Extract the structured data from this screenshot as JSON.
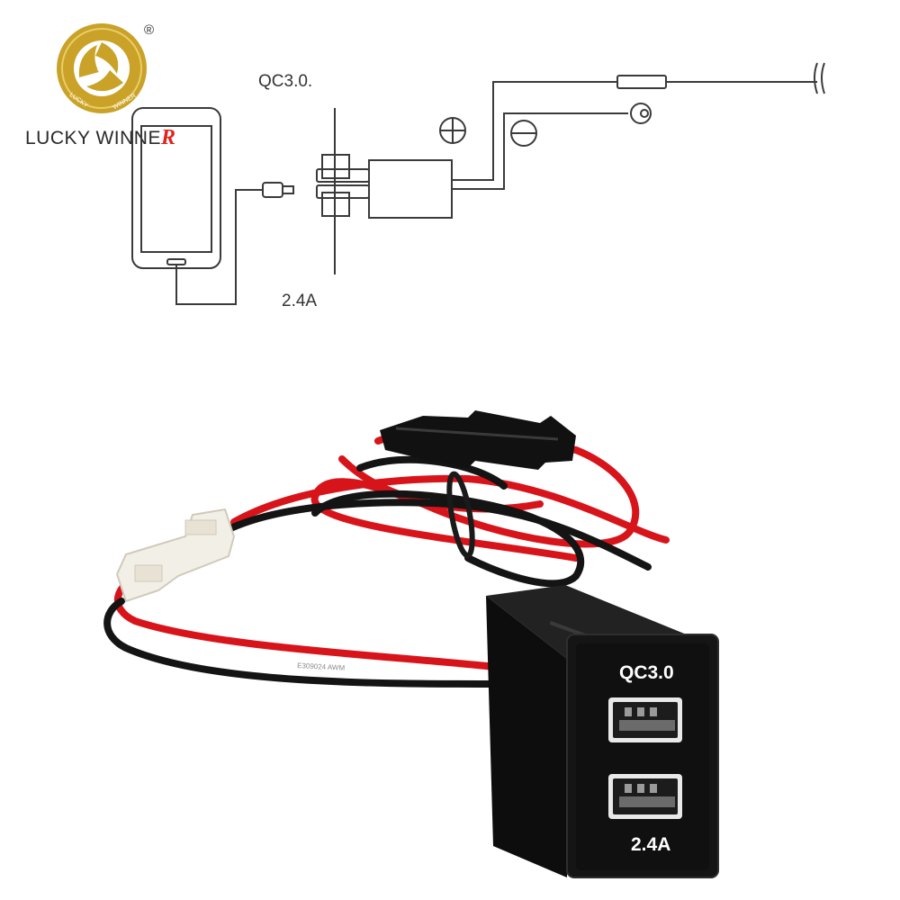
{
  "brand": {
    "name_prefix": "LUCKY WINNE",
    "name_suffix": "R",
    "registered_mark": "®",
    "logo_ring_text_left": "LUCKY",
    "logo_ring_text_right": "WINNER",
    "gold": "#c9a227",
    "accent": "#e0231c"
  },
  "diagram": {
    "port_label_top": "QC3.0.",
    "port_label_bottom": "2.4A",
    "positive_symbol": "⊕",
    "negative_symbol": "⊖",
    "icons": [
      "smartphone-icon",
      "usb-plug-icon",
      "fuse-icon",
      "ring-terminal-icon",
      "wire-break-icon"
    ]
  },
  "product": {
    "module_label_top": "QC3.0",
    "module_label_bottom": "2.4A",
    "cable_printing": "E309024 AWM",
    "wire_colors": {
      "positive": "#d8141b",
      "negative": "#141414"
    },
    "connector_color": "#f2efe6",
    "housing_color": "#111111"
  }
}
